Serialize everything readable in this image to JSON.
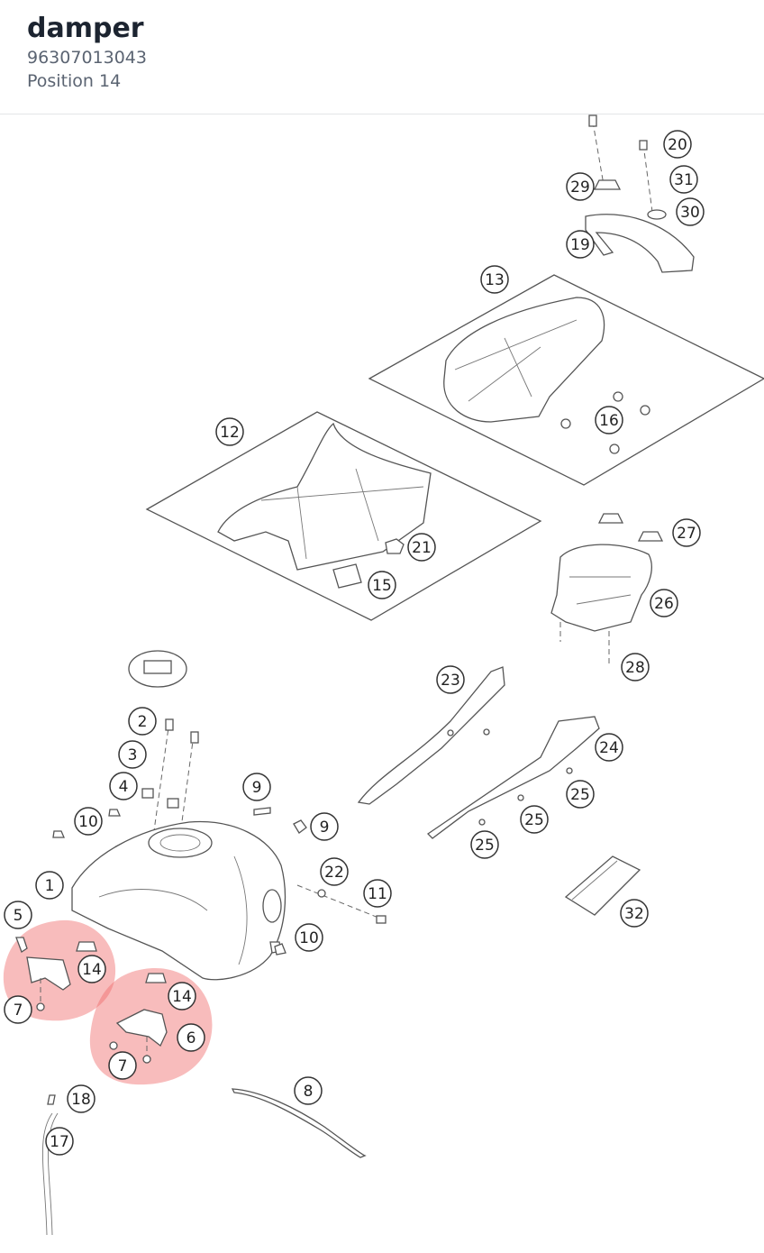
{
  "header": {
    "title": "damper",
    "part_number": "96307013043",
    "position": "Position 14"
  },
  "colors": {
    "highlight": "#f06b6b",
    "title": "#1c2430",
    "subtitle": "#5b6472"
  },
  "callouts": [
    {
      "id": "c20",
      "label": "20"
    },
    {
      "id": "c29",
      "label": "29"
    },
    {
      "id": "c31",
      "label": "31"
    },
    {
      "id": "c30",
      "label": "30"
    },
    {
      "id": "c19",
      "label": "19"
    },
    {
      "id": "c13",
      "label": "13"
    },
    {
      "id": "c16",
      "label": "16"
    },
    {
      "id": "c12",
      "label": "12"
    },
    {
      "id": "c21",
      "label": "21"
    },
    {
      "id": "c15",
      "label": "15"
    },
    {
      "id": "c27",
      "label": "27"
    },
    {
      "id": "c26",
      "label": "26"
    },
    {
      "id": "c28",
      "label": "28"
    },
    {
      "id": "c23",
      "label": "23"
    },
    {
      "id": "c24",
      "label": "24"
    },
    {
      "id": "c25a",
      "label": "25"
    },
    {
      "id": "c25b",
      "label": "25"
    },
    {
      "id": "c25c",
      "label": "25"
    },
    {
      "id": "c2",
      "label": "2"
    },
    {
      "id": "c3",
      "label": "3"
    },
    {
      "id": "c4",
      "label": "4"
    },
    {
      "id": "c9a",
      "label": "9"
    },
    {
      "id": "c9b",
      "label": "9"
    },
    {
      "id": "c10a",
      "label": "10"
    },
    {
      "id": "c22",
      "label": "22"
    },
    {
      "id": "c11",
      "label": "11"
    },
    {
      "id": "c1",
      "label": "1"
    },
    {
      "id": "c5",
      "label": "5"
    },
    {
      "id": "c10b",
      "label": "10"
    },
    {
      "id": "c14a",
      "label": "14"
    },
    {
      "id": "c14b",
      "label": "14"
    },
    {
      "id": "c7a",
      "label": "7"
    },
    {
      "id": "c6",
      "label": "6"
    },
    {
      "id": "c7b",
      "label": "7"
    },
    {
      "id": "c32",
      "label": "32"
    },
    {
      "id": "c8",
      "label": "8"
    },
    {
      "id": "c18",
      "label": "18"
    },
    {
      "id": "c17",
      "label": "17"
    }
  ]
}
